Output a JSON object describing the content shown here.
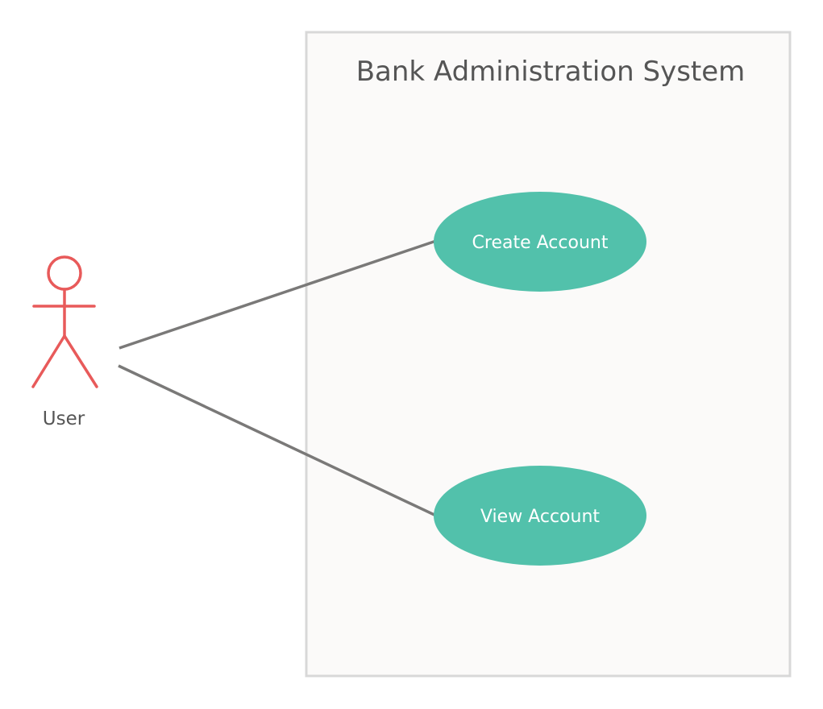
{
  "colors": {
    "background": "#ffffff",
    "system_fill": "#fbfaf9",
    "system_border": "#d8d8d8",
    "actor": "#e85a5a",
    "use_case_fill": "#52c1ab",
    "connector": "#7a7978",
    "text": "#555555",
    "use_case_text": "#ffffff"
  },
  "system": {
    "title": "Bank Administration System"
  },
  "actor": {
    "label": "User",
    "icon": "stick-figure-icon"
  },
  "use_cases": [
    {
      "label": "Create Account"
    },
    {
      "label": "View Account"
    }
  ]
}
